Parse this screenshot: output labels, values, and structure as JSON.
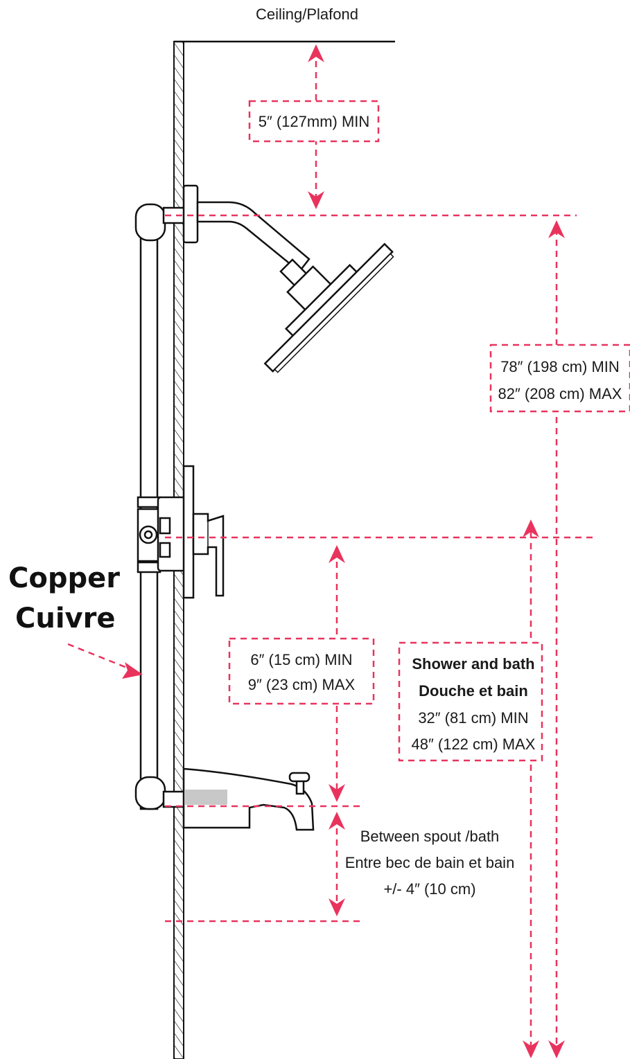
{
  "labels": {
    "ceiling": "Ceiling/Plafond",
    "top_clearance": "5″ (127mm) MIN",
    "head_min": "78″ (198 cm) MIN",
    "head_max": "82″ (208 cm) MAX",
    "valve_min": "6″ (15 cm) MIN",
    "valve_max": "9″ (23 cm) MAX",
    "shower_bath_en": "Shower and bath",
    "shower_bath_fr": "Douche et bain",
    "shower_bath_min": "32″ (81 cm) MIN",
    "shower_bath_max": "48″ (122 cm) MAX",
    "spout_en": "Between spout /bath",
    "spout_fr": "Entre bec de bain et bain",
    "spout_tol": "+/- 4″ (10 cm)",
    "copper_en": "Copper",
    "copper_fr": "Cuivre"
  },
  "colors": {
    "dimension": "#e8335d",
    "line": "#111111",
    "shading": "#c8c8c8"
  }
}
